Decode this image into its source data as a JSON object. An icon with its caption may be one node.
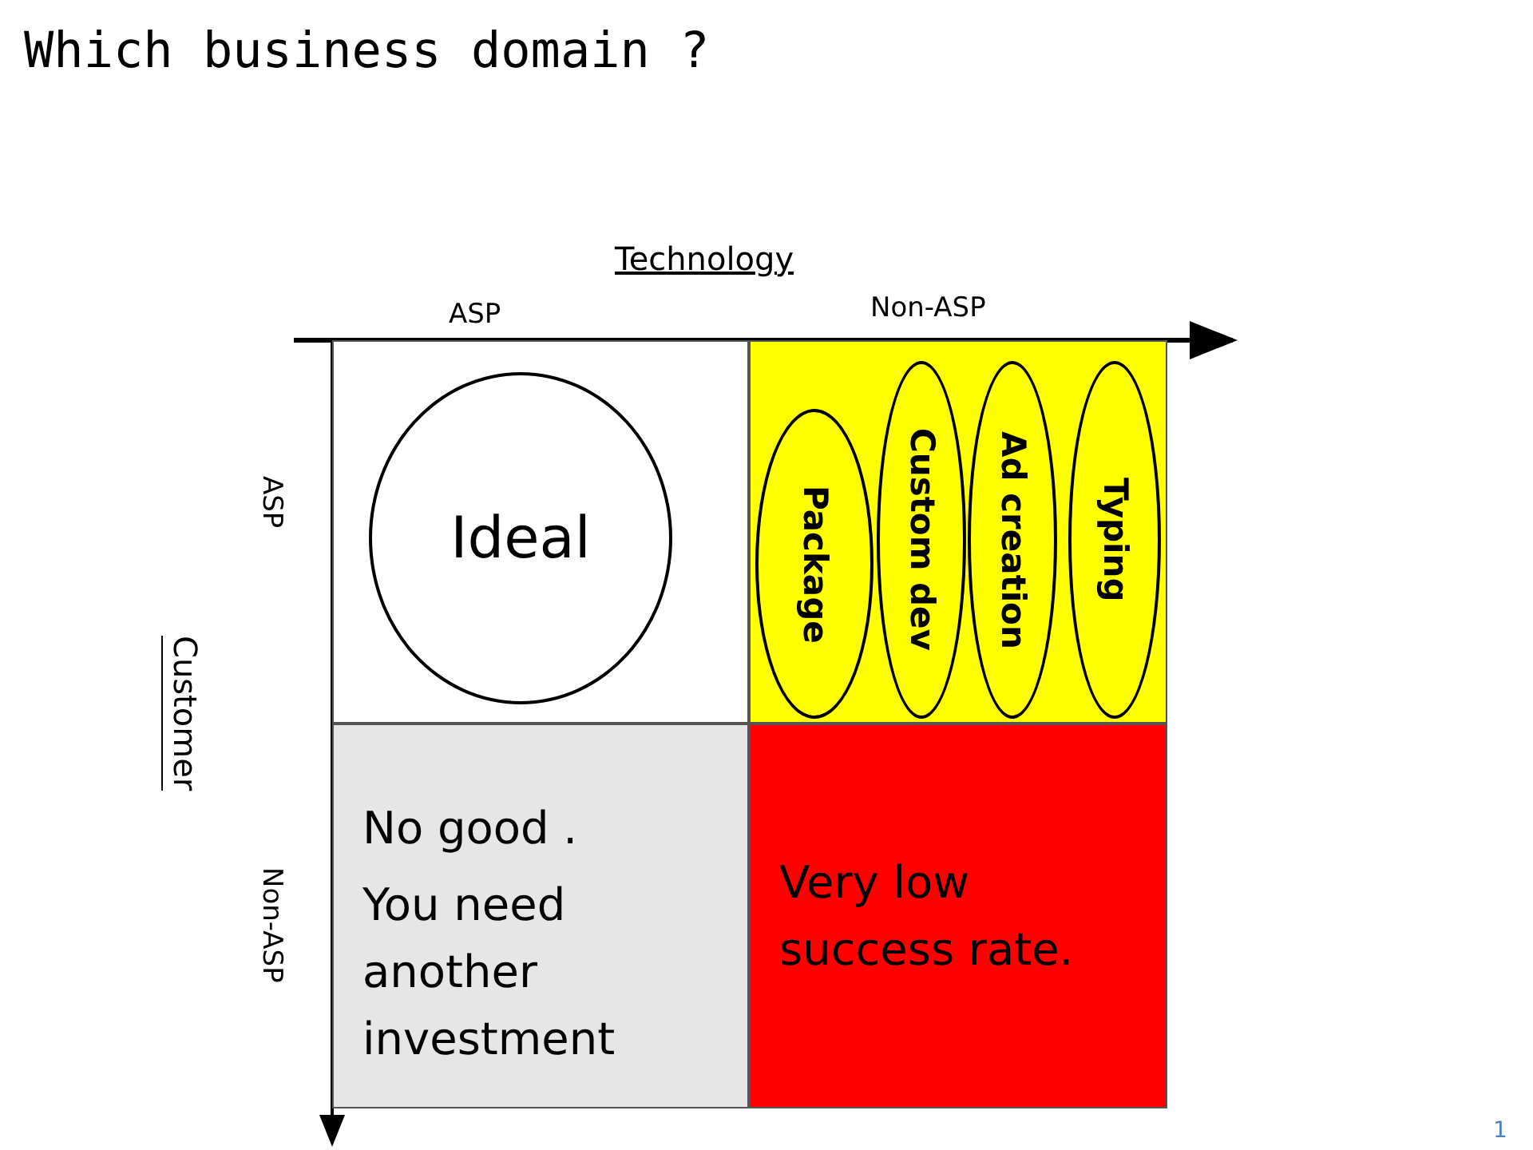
{
  "diagram": {
    "title": "Which business domain ?",
    "nodes": [
      {
        "text": [],
        "shape": "box"
      },
      {
        "text": [
          "Ideal"
        ],
        "in": 0
      },
      {
        "text": [],
        "shape": "box"
      },
      {
        "text": [
          "Package"
        ],
        "in": 2
      },
      {
        "text": [
          "Custom dev"
        ],
        "in": 2
      },
      {
        "text": [
          "Ad creation"
        ],
        "in": 2
      },
      {
        "text": [
          "Typing"
        ],
        "in": 2
      },
      {
        "text": [
          "No good .",
          "You need another investment"
        ]
      },
      {
        "text": [
          "Very low success rate."
        ]
      }
    ],
    "labels": [
      "Technology",
      "ASP",
      "Non-ASP",
      "ASP",
      "Customer",
      "Non-ASP",
      "1"
    ]
  }
}
